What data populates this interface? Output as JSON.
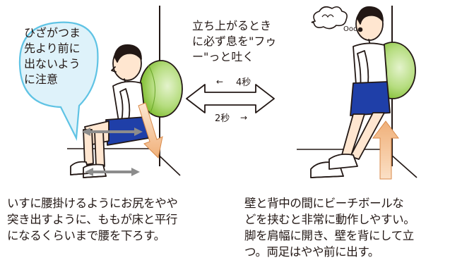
{
  "bubble": {
    "lines": [
      "ひざがつま",
      "先より前に",
      "出ないよう",
      "に注意"
    ]
  },
  "note": {
    "lines": [
      "立ち上がるとき",
      "に必ず息を\"フゥ",
      "ー\"っと吐く"
    ]
  },
  "timing": {
    "up": "4秒",
    "down": "2秒"
  },
  "caption_left": {
    "lines": [
      "いすに腰掛けるようにお尻をやや",
      "突き出すように、ももが床と平行",
      "になるくらいまで腰を下ろす。"
    ]
  },
  "caption_right": {
    "lines": [
      "壁と背中の間にビーチボールな",
      "どを挟むと非常に動作しやすい。",
      "脚を肩幅に開き、壁を背にして立",
      "つ。両足はやや前に出す。"
    ]
  },
  "thought_bubble": "Ooo",
  "colors": {
    "ball": "#8cc63f",
    "ball_light": "#d6ecb4",
    "arrow": "#f6c89a",
    "shorts": "#1f3fa8",
    "skin": "#ffe6d0",
    "bubble_fill": "#def2fa",
    "bubble_stroke": "#5fc3e4",
    "line": "#231815"
  }
}
